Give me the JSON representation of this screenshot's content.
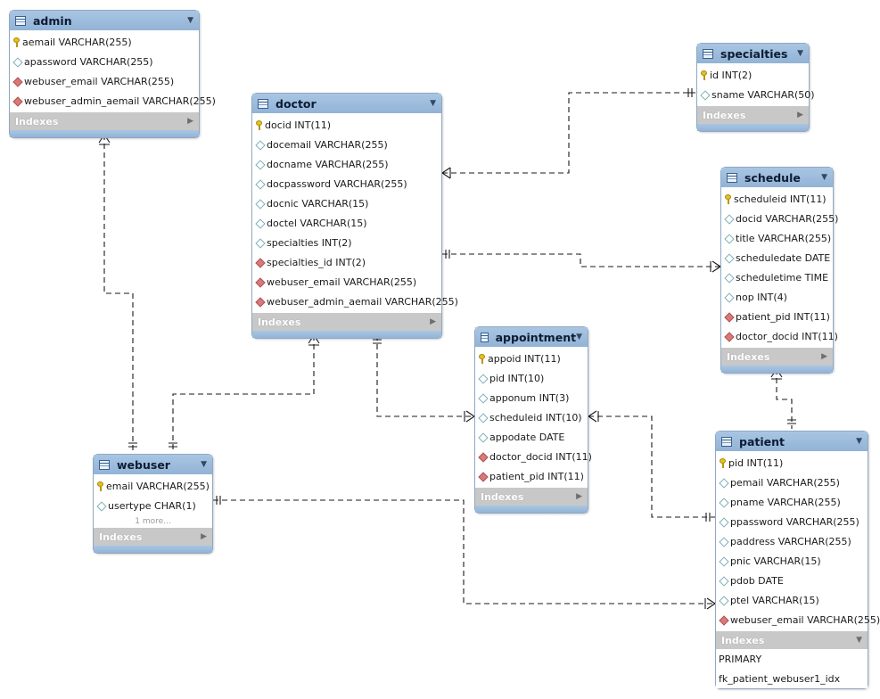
{
  "tables": {
    "admin": {
      "name": "admin",
      "columns": [
        {
          "label": "aemail VARCHAR(255)",
          "kind": "key"
        },
        {
          "label": "apassword VARCHAR(255)",
          "kind": "attr"
        },
        {
          "label": "webuser_email VARCHAR(255)",
          "kind": "fk"
        },
        {
          "label": "webuser_admin_aemail VARCHAR(255)",
          "kind": "fk"
        }
      ],
      "indexes_label": "Indexes"
    },
    "specialties": {
      "name": "specialties",
      "columns": [
        {
          "label": "id INT(2)",
          "kind": "key"
        },
        {
          "label": "sname VARCHAR(50)",
          "kind": "attr"
        }
      ],
      "indexes_label": "Indexes"
    },
    "doctor": {
      "name": "doctor",
      "columns": [
        {
          "label": "docid INT(11)",
          "kind": "key"
        },
        {
          "label": "docemail VARCHAR(255)",
          "kind": "attr"
        },
        {
          "label": "docname VARCHAR(255)",
          "kind": "attr"
        },
        {
          "label": "docpassword VARCHAR(255)",
          "kind": "attr"
        },
        {
          "label": "docnic VARCHAR(15)",
          "kind": "attr"
        },
        {
          "label": "doctel VARCHAR(15)",
          "kind": "attr"
        },
        {
          "label": "specialties INT(2)",
          "kind": "attr"
        },
        {
          "label": "specialties_id INT(2)",
          "kind": "fk"
        },
        {
          "label": "webuser_email VARCHAR(255)",
          "kind": "fk"
        },
        {
          "label": "webuser_admin_aemail VARCHAR(255)",
          "kind": "fk"
        }
      ],
      "indexes_label": "Indexes"
    },
    "schedule": {
      "name": "schedule",
      "columns": [
        {
          "label": "scheduleid INT(11)",
          "kind": "key"
        },
        {
          "label": "docid VARCHAR(255)",
          "kind": "attr"
        },
        {
          "label": "title VARCHAR(255)",
          "kind": "attr"
        },
        {
          "label": "scheduledate DATE",
          "kind": "attr"
        },
        {
          "label": "scheduletime TIME",
          "kind": "attr"
        },
        {
          "label": "nop INT(4)",
          "kind": "attr"
        },
        {
          "label": "patient_pid INT(11)",
          "kind": "fk"
        },
        {
          "label": "doctor_docid INT(11)",
          "kind": "fk"
        }
      ],
      "indexes_label": "Indexes"
    },
    "appointment": {
      "name": "appointment",
      "columns": [
        {
          "label": "appoid INT(11)",
          "kind": "key"
        },
        {
          "label": "pid INT(10)",
          "kind": "attr"
        },
        {
          "label": "apponum INT(3)",
          "kind": "attr"
        },
        {
          "label": "scheduleid INT(10)",
          "kind": "attr"
        },
        {
          "label": "appodate DATE",
          "kind": "attr"
        },
        {
          "label": "doctor_docid INT(11)",
          "kind": "fk"
        },
        {
          "label": "patient_pid INT(11)",
          "kind": "fk"
        }
      ],
      "indexes_label": "Indexes"
    },
    "webuser": {
      "name": "webuser",
      "columns": [
        {
          "label": "email VARCHAR(255)",
          "kind": "key"
        },
        {
          "label": "usertype CHAR(1)",
          "kind": "attr"
        }
      ],
      "more_label": "1 more...",
      "indexes_label": "Indexes"
    },
    "patient": {
      "name": "patient",
      "columns": [
        {
          "label": "pid INT(11)",
          "kind": "key"
        },
        {
          "label": "pemail VARCHAR(255)",
          "kind": "attr"
        },
        {
          "label": "pname VARCHAR(255)",
          "kind": "attr"
        },
        {
          "label": "ppassword VARCHAR(255)",
          "kind": "attr"
        },
        {
          "label": "paddress VARCHAR(255)",
          "kind": "attr"
        },
        {
          "label": "pnic VARCHAR(15)",
          "kind": "attr"
        },
        {
          "label": "pdob DATE",
          "kind": "attr"
        },
        {
          "label": "ptel VARCHAR(15)",
          "kind": "attr"
        },
        {
          "label": "webuser_email VARCHAR(255)",
          "kind": "fk"
        }
      ],
      "indexes_label": "Indexes",
      "indexes": [
        "PRIMARY",
        "fk_patient_webuser1_idx"
      ]
    }
  },
  "colors": {
    "header": "#a9c6e3",
    "border": "#8fa9c4",
    "indexes_bar": "#c8c8c8",
    "pk_icon": "#e6c21c",
    "fk_icon": "#d77a7a",
    "attr_icon": "#7eb0b8"
  }
}
